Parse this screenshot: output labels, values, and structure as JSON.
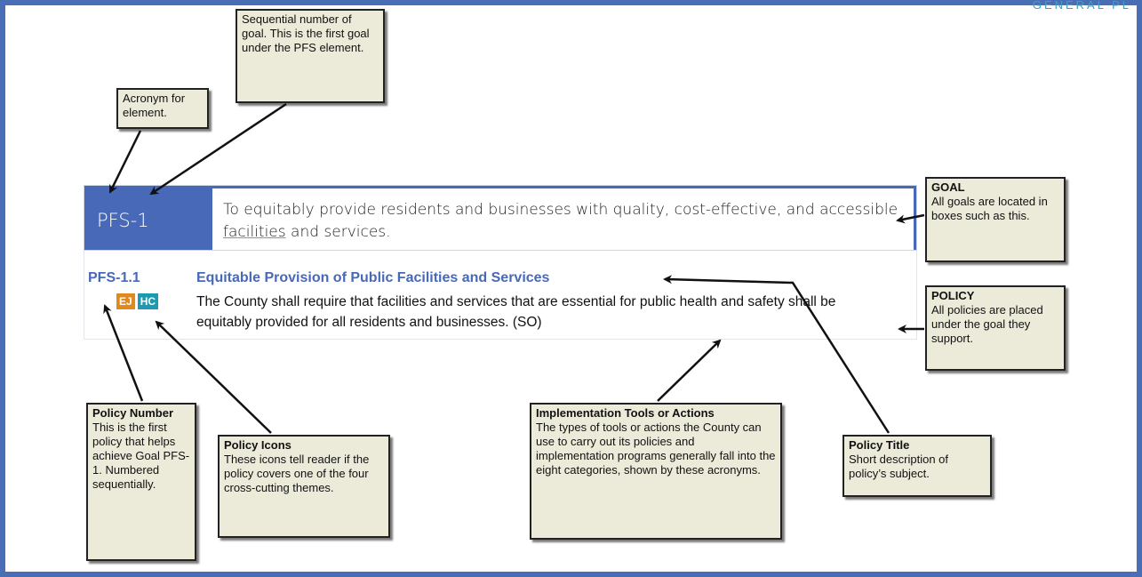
{
  "header_tag": "GENERAL PL",
  "goal": {
    "id": "PFS-1",
    "text_before": "To equitably provide residents and businesses with quality, cost-effective, and accessible ",
    "text_underlined": "facilities",
    "text_after": " and services."
  },
  "policy": {
    "id": "PFS-1.1",
    "badges": [
      "EJ",
      "HC"
    ],
    "title": "Equitable Provision of Public Facilities and Services",
    "body": "The County shall require that facilities and services that are essential for public health and safety shall be equitably provided for all residents and businesses. (SO)"
  },
  "callouts": {
    "sequential": {
      "body": "Sequential number of goal.  This is the first goal under the PFS element."
    },
    "acronym": {
      "body": "Acronym for element."
    },
    "goal": {
      "head": "GOAL",
      "body": "All goals are located in boxes such as this."
    },
    "policy": {
      "head": "POLICY",
      "body": "All policies are placed under the goal they support."
    },
    "policy_number": {
      "head": "Policy Number",
      "body": "This is the first policy that helps achieve Goal PFS-1. Numbered sequentially."
    },
    "policy_icons": {
      "head": "Policy Icons",
      "body": "These icons tell reader if the policy covers one of the four cross-cutting themes."
    },
    "implementation": {
      "head": "Implementation  Tools or Actions",
      "body": "The types of tools or actions the County can use to carry out its policies and implementation programs generally fall into the eight categories, shown by these acronyms."
    },
    "policy_title": {
      "head": "Policy Title",
      "body": "Short description of policy’s subject."
    }
  },
  "colors": {
    "frame": "#4a6eb5",
    "goal_fill": "#4868b8",
    "ej_badge": "#e08a1e",
    "hc_badge": "#1e9ab0",
    "callout_fill": "#ecebd9"
  }
}
